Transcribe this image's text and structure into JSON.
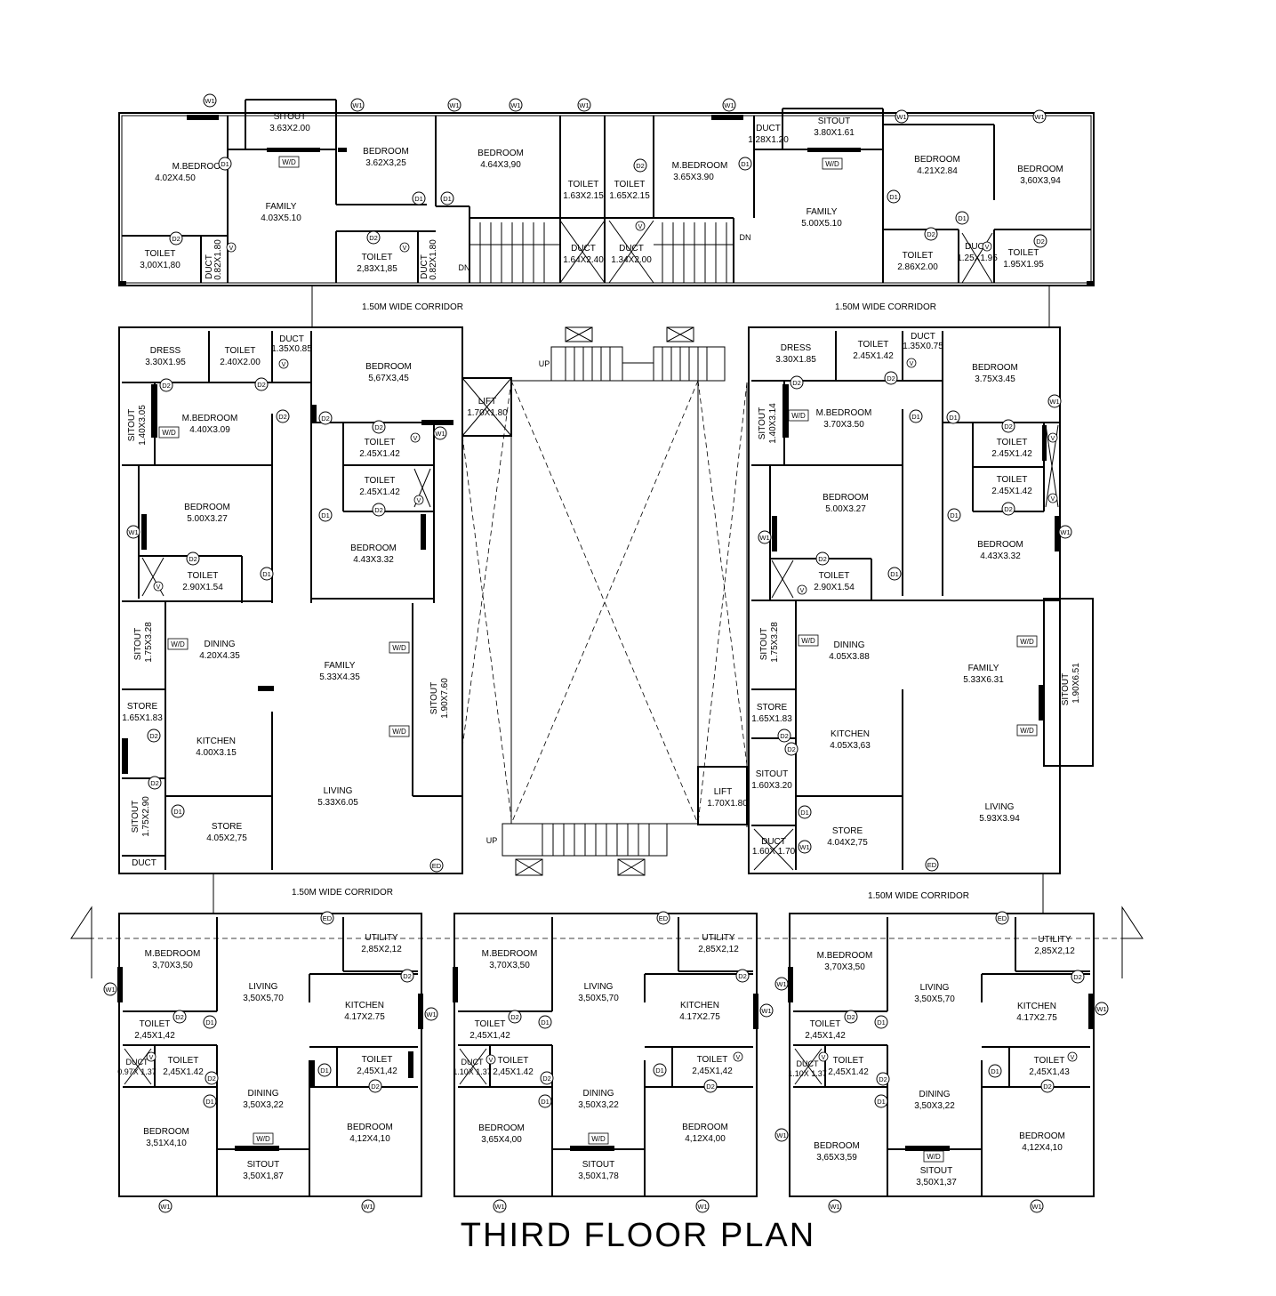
{
  "title": "THIRD FLOOR PLAN",
  "top_wing": {
    "rooms": [
      {
        "id": "t1",
        "name": "M.BEDROOM",
        "size": "4.02X4.50"
      },
      {
        "id": "t2",
        "name": "SITOUT",
        "size": "3.63X2.00"
      },
      {
        "id": "t3",
        "name": "FAMILY",
        "size": "4.03X5.10"
      },
      {
        "id": "t4",
        "name": "BEDROOM",
        "size": "3.62X3,25"
      },
      {
        "id": "t5",
        "name": "BEDROOM",
        "size": "4.64X3,90"
      },
      {
        "id": "t6",
        "name": "TOILET",
        "size": "3,00X1,80"
      },
      {
        "id": "t7",
        "name": "DUCT",
        "size": "0.82X1.80"
      },
      {
        "id": "t8",
        "name": "TOILET",
        "size": "2,83X1,85"
      },
      {
        "id": "t9",
        "name": "DUCT",
        "size": "0.82X1.80"
      },
      {
        "id": "t10",
        "name": "TOILET",
        "size": "1.63X2.15"
      },
      {
        "id": "t11",
        "name": "TOILET",
        "size": "1.65X2.15"
      },
      {
        "id": "t12",
        "name": "DUCT",
        "size": "1.64X2.40"
      },
      {
        "id": "t13",
        "name": "DUCT",
        "size": "1.34X2.00"
      },
      {
        "id": "t14",
        "name": "M.BEDROOM",
        "size": "3.65X3.90"
      },
      {
        "id": "t15",
        "name": "DUCT",
        "size": "1.28X1.20"
      },
      {
        "id": "t16",
        "name": "SITOUT",
        "size": "3.80X1.61"
      },
      {
        "id": "t17",
        "name": "FAMILY",
        "size": "5.00X5.10"
      },
      {
        "id": "t18",
        "name": "BEDROOM",
        "size": "4.21X2.84"
      },
      {
        "id": "t19",
        "name": "BEDROOM",
        "size": "3,60X3,94"
      },
      {
        "id": "t20",
        "name": "TOILET",
        "size": "2.86X2.00"
      },
      {
        "id": "t21",
        "name": "DUCT",
        "size": "1.25X1.95"
      },
      {
        "id": "t22",
        "name": "TOILET",
        "size": "1.95X1.95"
      }
    ],
    "corridor_left": "1.50M WIDE CORRIDOR",
    "corridor_right": "1.50M WIDE CORRIDOR"
  },
  "left_wing": {
    "rooms": [
      {
        "id": "l1",
        "name": "DRESS",
        "size": "3.30X1.95"
      },
      {
        "id": "l2",
        "name": "TOILET",
        "size": "2.40X2.00"
      },
      {
        "id": "l3",
        "name": "DUCT",
        "size": "1.35X0.85"
      },
      {
        "id": "l4",
        "name": "BEDROOM",
        "size": "5,67X3,45"
      },
      {
        "id": "l5",
        "name": "SITOUT",
        "size": "1.40X3.05"
      },
      {
        "id": "l6",
        "name": "M.BEDROOM",
        "size": "4.40X3.09"
      },
      {
        "id": "l7",
        "name": "TOILET",
        "size": "2.45X1.42"
      },
      {
        "id": "l8",
        "name": "TOILET",
        "size": "2.45X1.42"
      },
      {
        "id": "l9",
        "name": "BEDROOM",
        "size": "5.00X3.27"
      },
      {
        "id": "l10",
        "name": "BEDROOM",
        "size": "4.43X3.32"
      },
      {
        "id": "l11",
        "name": "TOILET",
        "size": "2.90X1.54"
      },
      {
        "id": "l12",
        "name": "SITOUT",
        "size": "1.75X3.28"
      },
      {
        "id": "l13",
        "name": "DINING",
        "size": "4.20X4.35"
      },
      {
        "id": "l14",
        "name": "FAMILY",
        "size": "5.33X4.35"
      },
      {
        "id": "l15",
        "name": "SITOUT",
        "size": "1.90X7.60"
      },
      {
        "id": "l16",
        "name": "STORE",
        "size": "1.65X1.83"
      },
      {
        "id": "l17",
        "name": "KITCHEN",
        "size": "4.00X3.15"
      },
      {
        "id": "l18",
        "name": "LIVING",
        "size": "5.33X6.05"
      },
      {
        "id": "l19",
        "name": "SITOUT",
        "size": "1.75X2.90"
      },
      {
        "id": "l20",
        "name": "STORE",
        "size": "4.05X2,75"
      },
      {
        "id": "l21",
        "name": "DUCT",
        "size": ""
      }
    ]
  },
  "right_wing": {
    "rooms": [
      {
        "id": "r1",
        "name": "DRESS",
        "size": "3.30X1.85"
      },
      {
        "id": "r2",
        "name": "TOILET",
        "size": "2.45X1.42"
      },
      {
        "id": "r3",
        "name": "DUCT",
        "size": "1.35X0.75"
      },
      {
        "id": "r4",
        "name": "BEDROOM",
        "size": "3.75X3.45"
      },
      {
        "id": "r5",
        "name": "SITOUT",
        "size": "1.40X3.14"
      },
      {
        "id": "r6",
        "name": "M.BEDROOM",
        "size": "3.70X3.50"
      },
      {
        "id": "r7",
        "name": "TOILET",
        "size": "2.45X1.42"
      },
      {
        "id": "r8",
        "name": "TOILET",
        "size": "2.45X1.42"
      },
      {
        "id": "r9",
        "name": "BEDROOM",
        "size": "5.00X3.27"
      },
      {
        "id": "r10",
        "name": "BEDROOM",
        "size": "4.43X3.32"
      },
      {
        "id": "r11",
        "name": "TOILET",
        "size": "2.90X1.54"
      },
      {
        "id": "r12",
        "name": "SITOUT",
        "size": "1.75X3.28"
      },
      {
        "id": "r13",
        "name": "DINING",
        "size": "4.05X3.88"
      },
      {
        "id": "r14",
        "name": "FAMILY",
        "size": "5.33X6.31"
      },
      {
        "id": "r15",
        "name": "SITOUT",
        "size": "1.90X6.51"
      },
      {
        "id": "r16",
        "name": "STORE",
        "size": "1.65X1.83"
      },
      {
        "id": "r17",
        "name": "KITCHEN",
        "size": "4.05X3,63"
      },
      {
        "id": "r18",
        "name": "SITOUT",
        "size": "1.60X3.20"
      },
      {
        "id": "r19",
        "name": "STORE",
        "size": "4.04X2,75"
      },
      {
        "id": "r20",
        "name": "DUCT",
        "size": "1.60X 1.70"
      },
      {
        "id": "r21",
        "name": "LIVING",
        "size": "5.93X3.94"
      }
    ]
  },
  "core": {
    "lift_top": {
      "name": "LIFT",
      "size": "1.70X1.80"
    },
    "lift_bottom": {
      "name": "LIFT",
      "size": "1.70X1.80"
    },
    "up_top": "UP",
    "up_bottom": "UP"
  },
  "bottom": {
    "corridor_left": "1.50M WIDE CORRIDOR",
    "corridor_right": "1.50M WIDE CORRIDOR",
    "units": [
      {
        "rooms": [
          {
            "name": "M.BEDROOM",
            "size": "3,70X3,50"
          },
          {
            "name": "UTILITY",
            "size": "2,85X2,12"
          },
          {
            "name": "LIVING",
            "size": "3,50X5,70"
          },
          {
            "name": "KITCHEN",
            "size": "4.17X2.75"
          },
          {
            "name": "TOILET",
            "size": "2,45X1,42"
          },
          {
            "name": "DUCT",
            "size": "0.97X 1.37"
          },
          {
            "name": "TOILET",
            "size": "2,45X1.42"
          },
          {
            "name": "TOILET",
            "size": "2,45X1,42"
          },
          {
            "name": "DINING",
            "size": "3,50X3,22"
          },
          {
            "name": "BEDROOM",
            "size": "3,51X4,10"
          },
          {
            "name": "BEDROOM",
            "size": "4,12X4,10"
          },
          {
            "name": "SITOUT",
            "size": "3,50X1,87"
          }
        ]
      },
      {
        "rooms": [
          {
            "name": "M.BEDROOM",
            "size": "3,70X3,50"
          },
          {
            "name": "UTILITY",
            "size": "2,85X2,12"
          },
          {
            "name": "LIVING",
            "size": "3,50X5,70"
          },
          {
            "name": "KITCHEN",
            "size": "4.17X2.75"
          },
          {
            "name": "TOILET",
            "size": "2,45X1,42"
          },
          {
            "name": "DUCT",
            "size": "1.10X 1.37"
          },
          {
            "name": "TOILET",
            "size": "2,45X1.42"
          },
          {
            "name": "TOILET",
            "size": "2,45X1,42"
          },
          {
            "name": "DINING",
            "size": "3,50X3,22"
          },
          {
            "name": "BEDROOM",
            "size": "3,65X4,00"
          },
          {
            "name": "BEDROOM",
            "size": "4,12X4,00"
          },
          {
            "name": "SITOUT",
            "size": "3,50X1,78"
          }
        ]
      },
      {
        "rooms": [
          {
            "name": "M.BEDROOM",
            "size": "3,70X3,50"
          },
          {
            "name": "UTILITY",
            "size": "2,85X2,12"
          },
          {
            "name": "LIVING",
            "size": "3,50X5,70"
          },
          {
            "name": "KITCHEN",
            "size": "4.17X2.75"
          },
          {
            "name": "TOILET",
            "size": "2,45X1,42"
          },
          {
            "name": "DUCT",
            "size": "1.10X 1.37"
          },
          {
            "name": "TOILET",
            "size": "2,45X1.42"
          },
          {
            "name": "TOILET",
            "size": "2,45X1,43"
          },
          {
            "name": "DINING",
            "size": "3,50X3,22"
          },
          {
            "name": "BEDROOM",
            "size": "3,65X3,59"
          },
          {
            "name": "BEDROOM",
            "size": "4,12X4,10"
          },
          {
            "name": "SITOUT",
            "size": "3,50X1,37"
          }
        ]
      }
    ]
  },
  "tags": {
    "w1": "W1",
    "d1": "D1",
    "d2": "D2",
    "wd": "W/D",
    "v": "V",
    "dn": "DN",
    "ed": "ED"
  }
}
